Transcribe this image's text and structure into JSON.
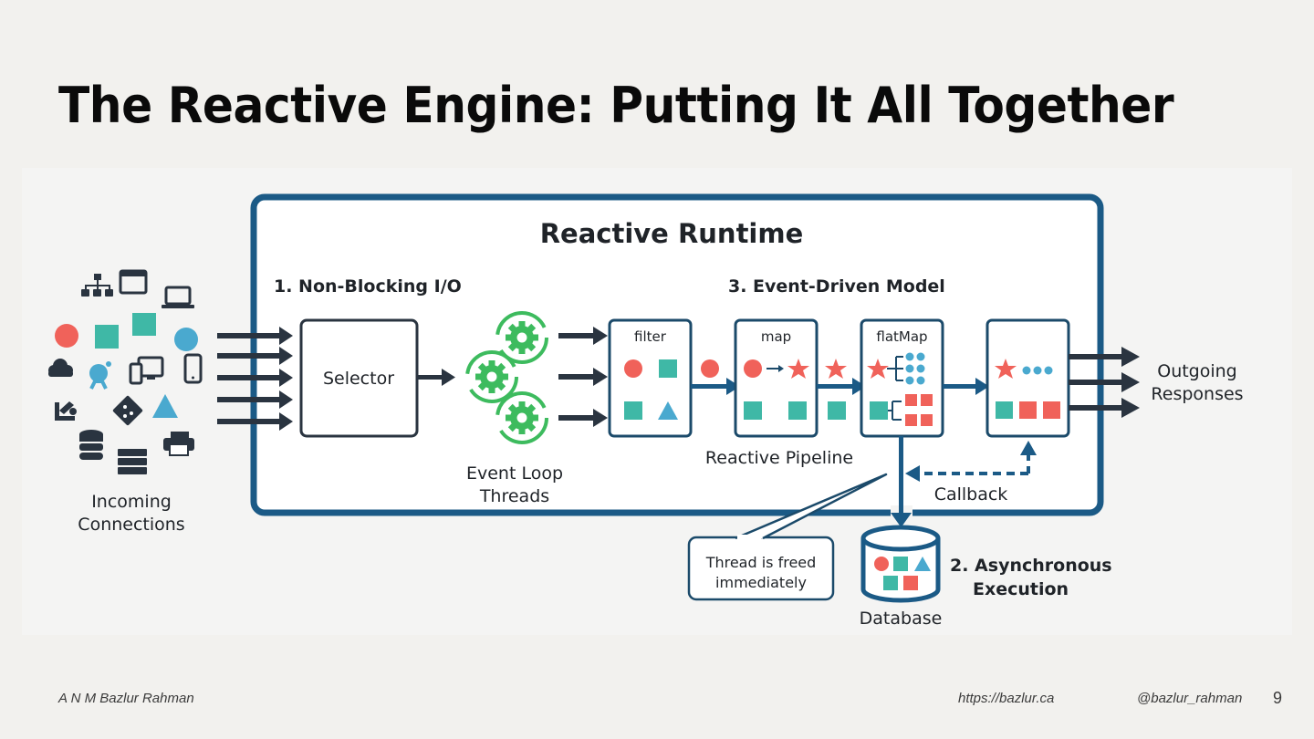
{
  "slide": {
    "title": "The Reactive Engine: Putting It All Together",
    "page_number": "9"
  },
  "footer": {
    "author": "A N M Bazlur Rahman",
    "website": "https://bazlur.ca",
    "handle": "@bazlur_rahman"
  },
  "diagram": {
    "colors": {
      "frame": "#1b5a86",
      "dark": "#2a3440",
      "green": "#3dbb5e",
      "red": "#f0625a",
      "teal": "#3fb8a6",
      "blue": "#4aa9cf"
    },
    "runtime_title": "Reactive Runtime",
    "incoming": {
      "label_line1": "Incoming",
      "label_line2": "Connections",
      "icons": [
        "network-hierarchy-icon",
        "browser-window-icon",
        "laptop-icon",
        "red-circle",
        "teal-square",
        "teal-square",
        "blue-circle",
        "cloud-icon",
        "user-icon",
        "multi-device-icon",
        "smartphone-icon",
        "robot-arm-icon",
        "git-icon",
        "blue-triangle",
        "database-icon",
        "server-icon",
        "printer-icon"
      ]
    },
    "section1": {
      "heading": "1. Non-Blocking I/O",
      "selector_label": "Selector",
      "event_loop_line1": "Event Loop",
      "event_loop_line2": "Threads"
    },
    "section3": {
      "heading": "3. Event-Driven Model",
      "operators": [
        {
          "label": "filter"
        },
        {
          "label": "map"
        },
        {
          "label": "flatMap"
        },
        {
          "label": ""
        }
      ],
      "pipeline_label": "Reactive Pipeline",
      "callback_label": "Callback"
    },
    "section2": {
      "heading_line1": "2. Asynchronous",
      "heading_line2": "Execution",
      "database_label": "Database",
      "callout_line1": "Thread is freed",
      "callout_line2": "immediately"
    },
    "outgoing": {
      "label_line1": "Outgoing",
      "label_line2": "Responses"
    }
  }
}
